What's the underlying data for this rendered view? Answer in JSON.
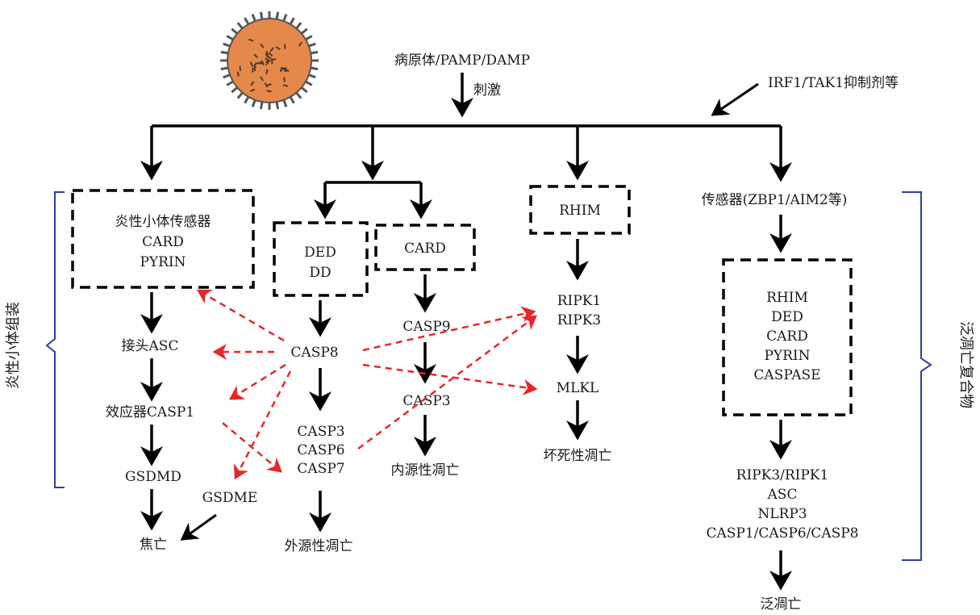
{
  "top": {
    "trigger": "病原体/PAMP/DAMP",
    "stimulate": "刺激",
    "inhibitor": "IRF1/TAK1抑制剂等"
  },
  "inflammasome": {
    "sensor_lines": [
      "炎性小体传感器",
      "CARD",
      "PYRIN"
    ],
    "adaptor": "接头ASC",
    "effector": "效应器CASP1",
    "gsdmd": "GSDMD",
    "gsdme": "GSDME",
    "outcome": "焦亡",
    "bracket_label": "炎性小体组装"
  },
  "apoptosis": {
    "ded_lines": [
      "DED",
      "DD"
    ],
    "card": "CARD",
    "casp8": "CASP8",
    "casp9": "CASP9",
    "casp3_intrinsic": "CASP3",
    "executioners": [
      "CASP3",
      "CASP6",
      "CASP7"
    ],
    "extrinsic_outcome": "外源性凋亡",
    "intrinsic_outcome": "内源性凋亡"
  },
  "necroptosis": {
    "rhim": "RHIM",
    "ripk": [
      "RIPK1",
      "RIPK3"
    ],
    "mlkl": "MLKL",
    "outcome": "坏死性凋亡"
  },
  "panoptosis": {
    "sensor": "传感器(ZBP1/AIM2等)",
    "domains": [
      "RHIM",
      "DED",
      "CARD",
      "PYRIN",
      "CASPASE"
    ],
    "complex_lines": [
      "RIPK3/RIPK1",
      "ASC",
      "NLRP3",
      "CASP1/CASP6/CASP8"
    ],
    "outcome": "泛凋亡",
    "bracket_label": "泛凋亡复合物"
  },
  "colors": {
    "arrow": "#000000",
    "crosstalk": "#e8262a",
    "bracket": "#2f3f9e",
    "virus_body": "#e5894a",
    "virus_spike": "#555555"
  }
}
